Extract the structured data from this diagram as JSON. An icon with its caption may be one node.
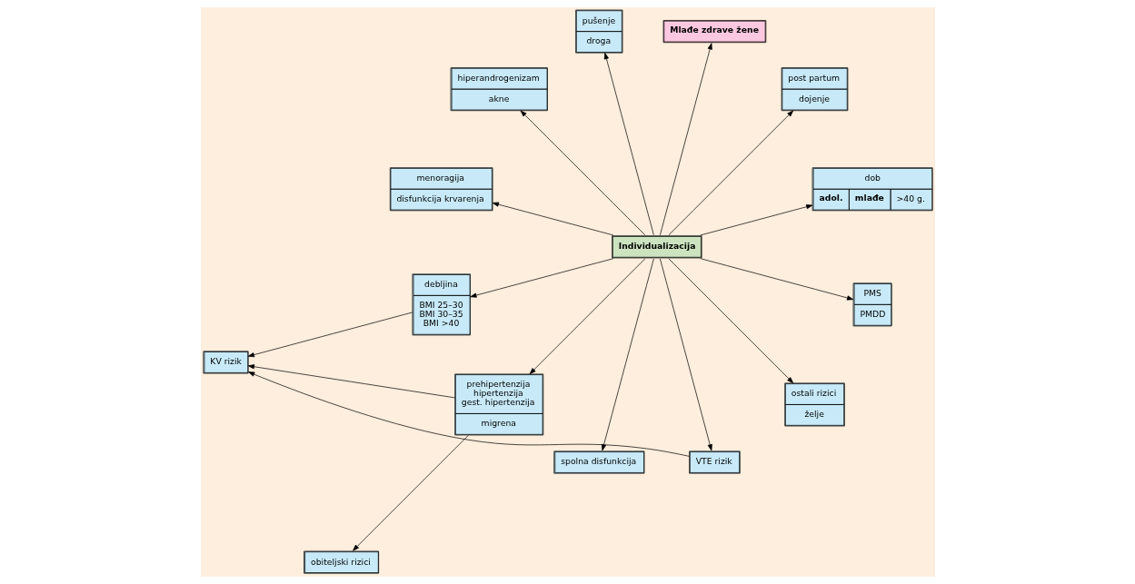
{
  "diagram": {
    "nodes": [
      {
        "text": [
          "Individualizacija"
        ]
      },
      {
        "text": [
          "dob",
          "adol.",
          "mlađe",
          ">40 g."
        ]
      },
      {
        "text": [
          "post partum",
          "dojenje"
        ]
      },
      {
        "text": [
          "Mlađe zdrave žene"
        ]
      },
      {
        "text": [
          "pušenje",
          "droga"
        ]
      },
      {
        "text": [
          "hiperandrogenizam",
          "akne"
        ]
      },
      {
        "text": [
          "menoragija",
          "disfunkcija krvarenja"
        ]
      },
      {
        "text": [
          "debljina",
          "BMI 25–30",
          "BMI 30–35",
          "BMI >40"
        ]
      },
      {
        "text": [
          "prehipertenzija",
          "hipertenzija",
          "gest. hipertenzija",
          "migrena"
        ]
      },
      {
        "text": [
          "spolna disfunkcija"
        ]
      },
      {
        "text": [
          "VTE rizik"
        ]
      },
      {
        "text": [
          "ostali rizici",
          "želje"
        ]
      },
      {
        "text": [
          "PMS",
          "PMDD"
        ]
      },
      {
        "text": [
          "obiteljski rizici"
        ]
      },
      {
        "text": [
          "KV rizik"
        ]
      }
    ],
    "edges": [
      {
        "from": 0,
        "to": 1,
        "arrow": "to"
      },
      {
        "from": 0,
        "to": 2,
        "arrow": "to"
      },
      {
        "from": 0,
        "to": 3,
        "arrow": "to"
      },
      {
        "from": 0,
        "to": 4,
        "arrow": "to"
      },
      {
        "from": 0,
        "to": 5,
        "arrow": "to"
      },
      {
        "from": 0,
        "to": 6,
        "arrow": "to"
      },
      {
        "from": 0,
        "to": 7,
        "arrow": "to"
      },
      {
        "from": 0,
        "to": 8,
        "arrow": "to"
      },
      {
        "from": 0,
        "to": 9,
        "arrow": "to"
      },
      {
        "from": 0,
        "to": 10,
        "arrow": "to"
      },
      {
        "from": 0,
        "to": 11,
        "arrow": "to"
      },
      {
        "from": 0,
        "to": 12,
        "arrow": "to"
      },
      {
        "from": 7,
        "to": 14,
        "arrow": "to"
      },
      {
        "from": 10,
        "to": 14,
        "arrow": "to"
      },
      {
        "from": 8,
        "to": 14,
        "arrow": "to"
      },
      {
        "from": 8,
        "to": 13,
        "arrow": "to"
      }
    ]
  }
}
